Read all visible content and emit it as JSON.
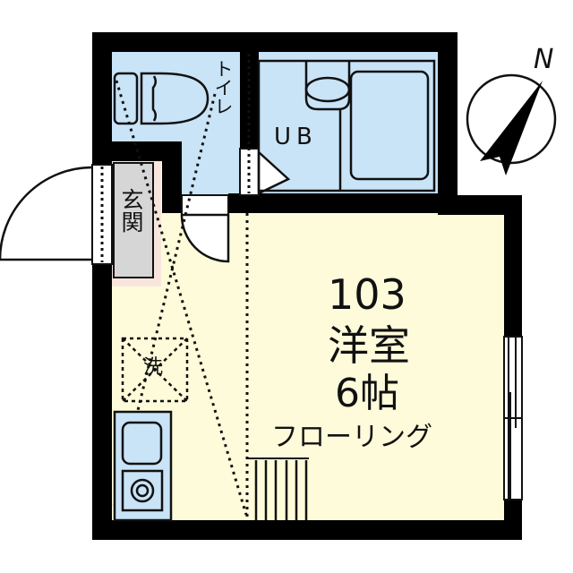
{
  "plan": {
    "unit_number": "103",
    "main_room": {
      "type": "洋室",
      "size": "6帖",
      "flooring": "フローリング"
    },
    "rooms": [
      {
        "id": "toilet",
        "label": "トイレ"
      },
      {
        "id": "unit-bath",
        "label": "UB"
      },
      {
        "id": "entrance",
        "label": "玄関"
      },
      {
        "id": "washer",
        "label": "洗"
      }
    ],
    "compass": {
      "label": "N"
    },
    "colors": {
      "wall": "#000000",
      "wet_area": "#c9e3f7",
      "room_floor": "#fdfbd9",
      "entrance_floor": "#d6d6d6",
      "entrance_step": "#f8e6dc"
    }
  }
}
